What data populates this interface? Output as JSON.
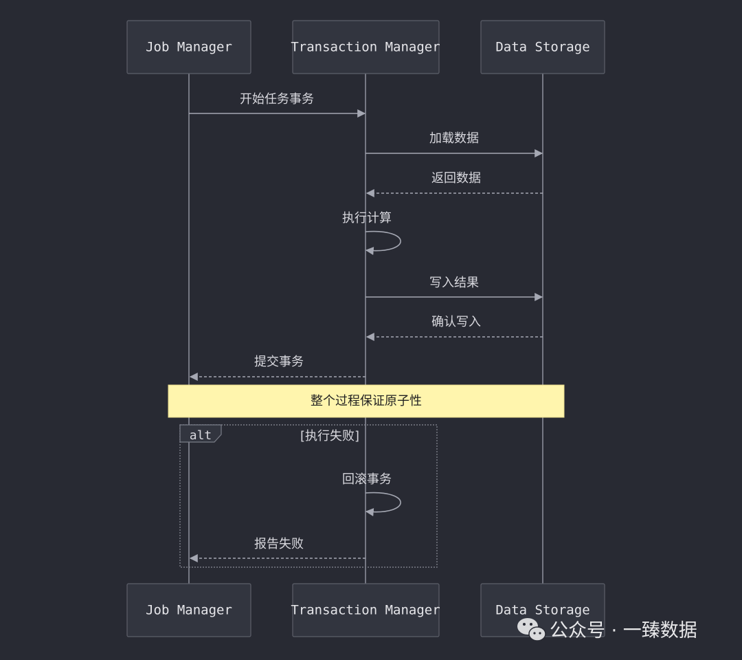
{
  "colors": {
    "background": "#282a33",
    "actor_fill": "#32353f",
    "actor_stroke": "#5d606a",
    "line": "#8a8d99",
    "note_fill": "#fff5ad",
    "watermark": "#e8e8ea"
  },
  "actors": {
    "job_manager": "Job Manager",
    "transaction_manager": "Transaction Manager",
    "data_storage": "Data Storage"
  },
  "messages": {
    "start_task": "开始任务事务",
    "load_data": "加载数据",
    "return_data": "返回数据",
    "execute_calc": "执行计算",
    "write_result": "写入结果",
    "confirm_write": "确认写入",
    "commit": "提交事务",
    "rollback": "回滚事务",
    "report_failure": "报告失败"
  },
  "note": {
    "text": "整个过程保证原子性"
  },
  "alt_block": {
    "label": "alt",
    "condition": "[执行失败]"
  },
  "watermark": {
    "icon": "wechat-icon",
    "text": "公众号 · 一臻数据"
  }
}
